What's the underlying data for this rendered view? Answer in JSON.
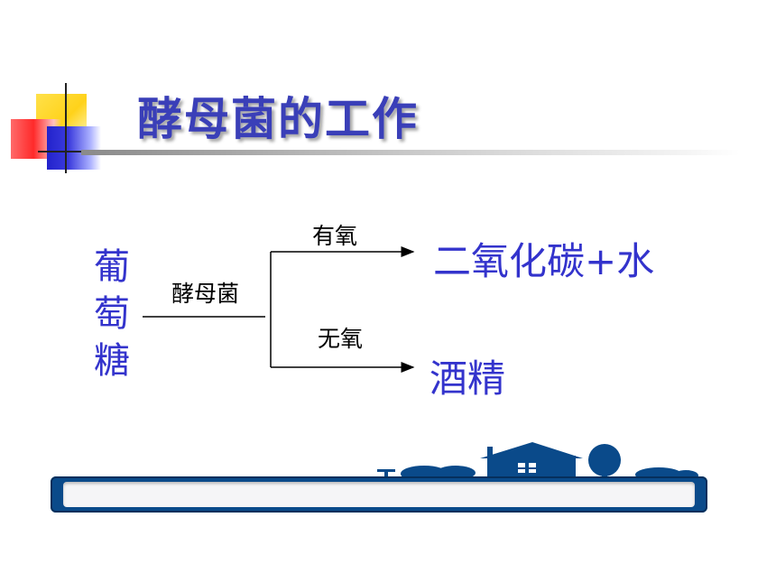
{
  "slide": {
    "title": "酵母菌的工作",
    "glucose": [
      "葡",
      "萄",
      "糖"
    ],
    "yeast_label": "酵母菌",
    "aerobic_label": "有氧",
    "aerobic_product": "二氧化碳+水",
    "anaerobic_label": "无氧",
    "anaerobic_product": "酒精"
  },
  "colors": {
    "title": "#3a3fb8",
    "accent_text": "#3333cc",
    "bar": "#0a4a8a"
  }
}
